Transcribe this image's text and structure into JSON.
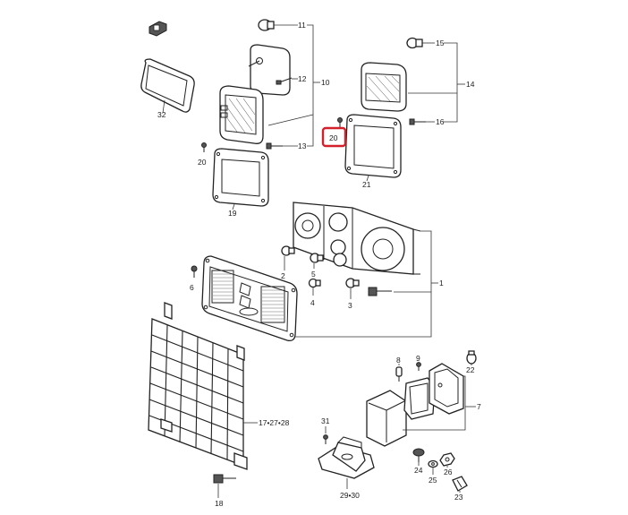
{
  "labels": {
    "l1": "1",
    "l2": "2",
    "l3": "3",
    "l4": "4",
    "l5": "5",
    "l6": "6",
    "l7": "7",
    "l8": "8",
    "l9": "9",
    "l10": "10",
    "l11": "11",
    "l12": "12",
    "l13": "13",
    "l14": "14",
    "l15": "15",
    "l16": "16",
    "l17": "17•27•28",
    "l18": "18",
    "l19": "19",
    "l20a": "20",
    "l20b": "20",
    "l21": "21",
    "l22": "22",
    "l23": "23",
    "l24": "24",
    "l25": "25",
    "l26": "26",
    "l29": "29•30",
    "l31": "31",
    "l32": "32"
  },
  "colors": {
    "highlight": "#d3202b",
    "line": "#222222"
  },
  "icons": {
    "corner": "page-flip-icon"
  }
}
